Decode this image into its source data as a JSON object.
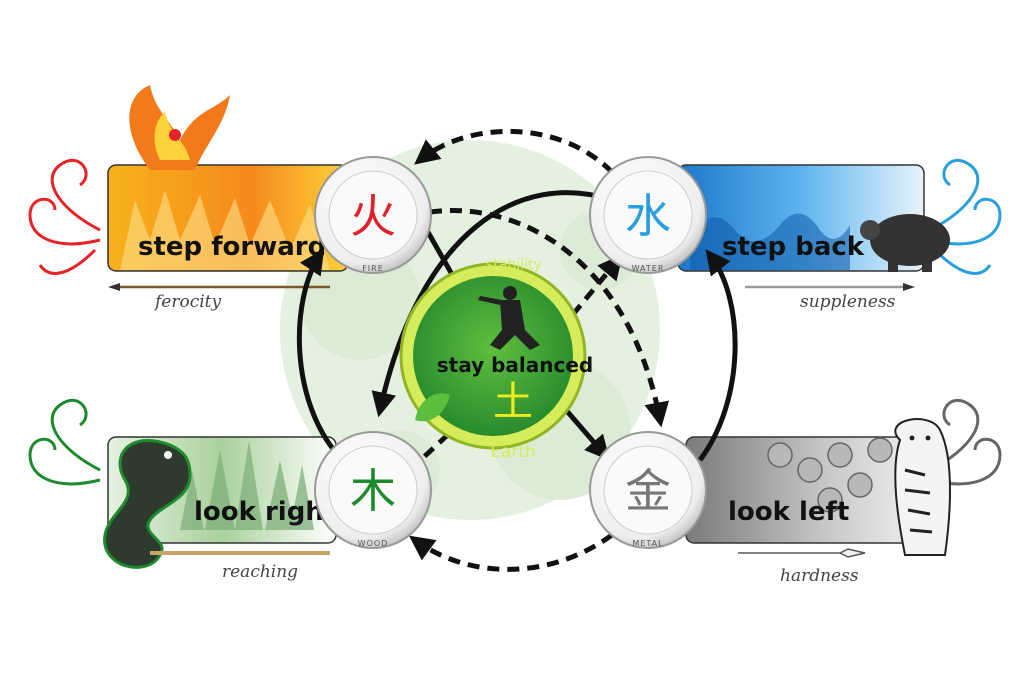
{
  "elements": {
    "fire": {
      "label": "step forward",
      "quality": "ferocity",
      "glyph": "火",
      "name": "FIRE",
      "color": "#e0202a"
    },
    "water": {
      "label": "step back",
      "quality": "suppleness",
      "glyph": "水",
      "name": "WATER",
      "color": "#2a9fe0"
    },
    "wood": {
      "label": "look right",
      "quality": "reaching",
      "glyph": "木",
      "name": "WOOD",
      "color": "#1d8a2e"
    },
    "metal": {
      "label": "look left",
      "quality": "hardness",
      "glyph": "金",
      "name": "METAL",
      "color": "#777777"
    }
  },
  "center": {
    "top": "stability",
    "label": "stay balanced",
    "glyph": "土",
    "bottom": "Earth"
  },
  "colors": {
    "fire_band": "#f59a1a",
    "water_band": "#2f8fd6",
    "wood_band": "#9fc79a",
    "metal_band": "#a9a9a9",
    "center_green": "#3aa63a",
    "center_ring": "#c8e23c"
  },
  "icons": [
    "phoenix-icon",
    "tortoise-icon",
    "dragon-icon",
    "tiger-icon",
    "martial-artist-icon",
    "swirl-ornament-icon"
  ]
}
